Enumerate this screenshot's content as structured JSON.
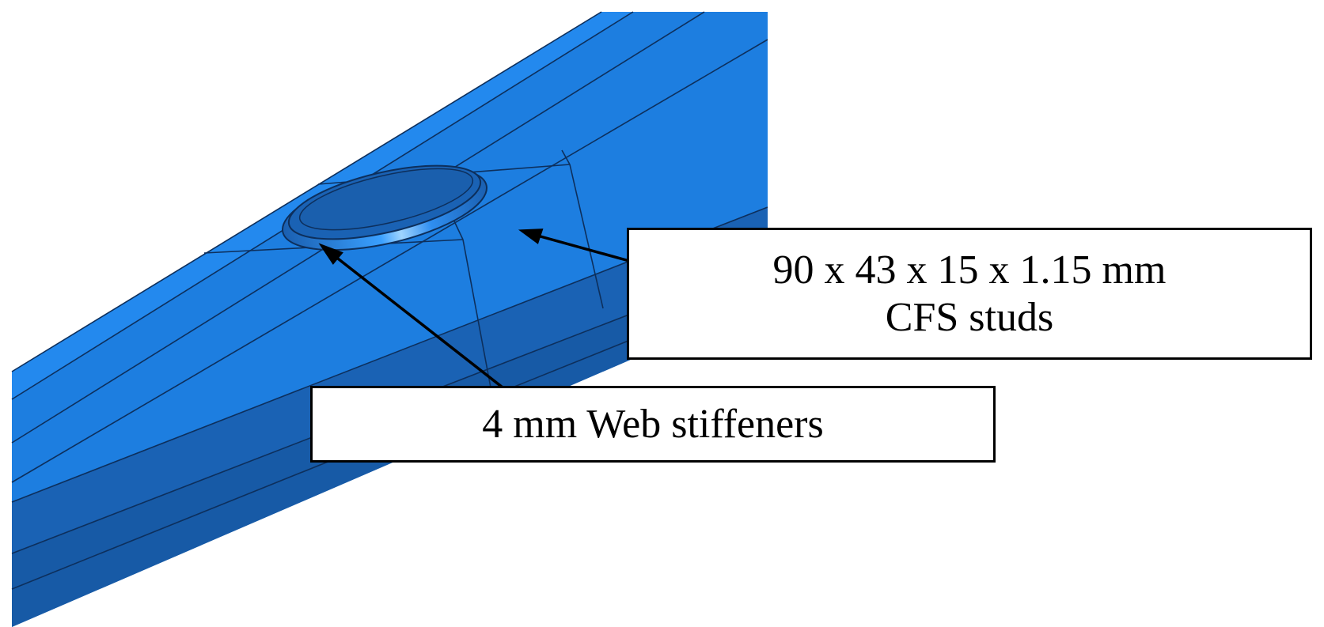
{
  "colors": {
    "background": "#ffffff",
    "stud_top_face": "#1d7ee0",
    "stud_side_face": "#1a62b4",
    "stud_lip_face": "#1f86e8",
    "mesh_lines": "#0d2f5c",
    "stiffener_highlight": "#7fc4ff",
    "callout_border": "#000000",
    "arrow": "#000000"
  },
  "labels": {
    "studs": {
      "line1": "90 x 43 x 15 x 1.15 mm",
      "line2": "CFS studs"
    },
    "stiffeners": {
      "text": "4 mm Web stiffeners"
    }
  },
  "components": {
    "stud": "cfs-stud-icon",
    "stiffener": "web-stiffener-ring-icon"
  }
}
